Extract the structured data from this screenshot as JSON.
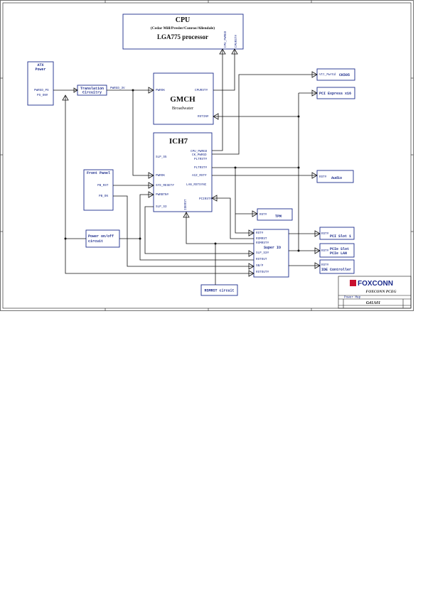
{
  "cpu": {
    "title": "CPU",
    "subtitle": "(Cedar Mill/Presler/Conroe/Allendale)",
    "model": "LGA775  processor",
    "pin_a": "CPU_PWRGD",
    "pin_b": "CPURST#"
  },
  "atx": {
    "title_1": "ATX",
    "title_2": "Power",
    "pin_a": "PWRGD_PS",
    "pin_b": "PS_ON#"
  },
  "translation": {
    "line_1": "Translation",
    "line_2": "Circuitry",
    "signal": "PWRGD_3V"
  },
  "gmch": {
    "title": "GMCH",
    "subtitle": "Broadwater",
    "pin_pwrok": "PWROK",
    "pin_cpurst": "CPURST#",
    "pin_rstin": "RSTIN#"
  },
  "ich7": {
    "title": "ICH7",
    "pin_slp_s5": "SLP_S5",
    "pin_pwrok": "PWROK",
    "pin_sys_reset": "SYS_RESET#",
    "pin_pwrbtn": "PWRBTN#",
    "pin_slp_s3": "SLP_S3",
    "pin_cpu_pwrgd": "CPU_PWRGD",
    "pin_ck_pwrgd": "CK_PWRGD",
    "pin_pltrst1": "PLTRST#",
    "pin_pltrst2": "PLTRST#",
    "pin_acz_rst": "ACZ_RST#",
    "pin_lan_rst": "LAN_RSTSYNC",
    "pin_ide": "IDERST",
    "pin_pciex": "PCIRST#"
  },
  "front_panel": {
    "title": "Front Panel",
    "pin_a": "PB_RST",
    "pin_b": "PB_ON"
  },
  "power_circuit": {
    "line_1": "Power on/off",
    "line_2": "circuit"
  },
  "super_io": {
    "title": "Super IO",
    "pins": [
      "RST#",
      "RSMRST",
      "RSMRST#",
      "SLP_S3#",
      "RSTOUT",
      "SB/P",
      "RSTOUT#"
    ]
  },
  "right_blocks": {
    "ck505": {
      "pin": "Vtt_PwrGd",
      "label": "CK505"
    },
    "pcie_x16": {
      "label": "PCI Express x16"
    },
    "audio": {
      "pin": "RST#",
      "label": "Audio"
    },
    "tpm": {
      "pin": "RST#",
      "label": "TPM"
    },
    "pci_slot": {
      "pin": "RST#",
      "label": "PCI Slot 1"
    },
    "pcie_slot": {
      "pin": "RST#",
      "label_1": "PCIe Slot",
      "label_2": "PCIe LAN"
    },
    "ide": {
      "pin": "RST#",
      "label": "IDE Controller"
    }
  },
  "rsmrst": {
    "label": "RSMRST circuit"
  },
  "title_block": {
    "logo": "FOXCONN",
    "company": "FOXCONN PCEG",
    "small_label": "Power Map",
    "model": "G41A01"
  }
}
